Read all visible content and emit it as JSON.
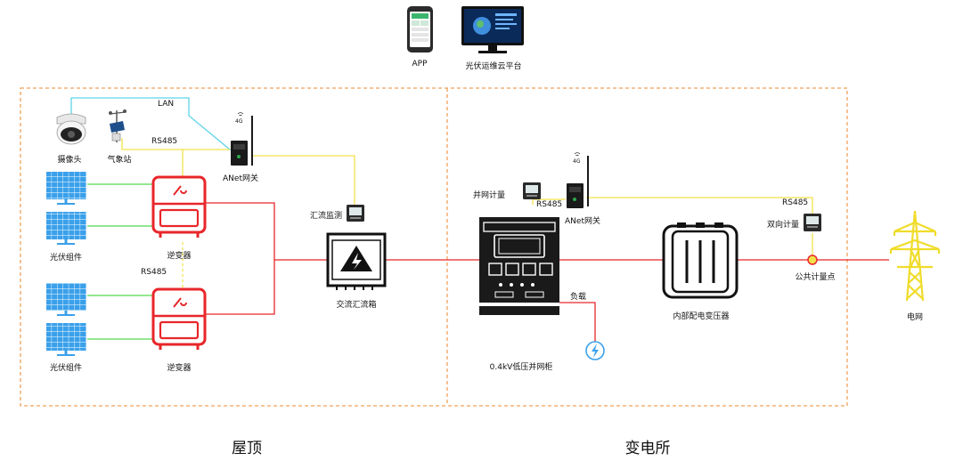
{
  "top": {
    "app_label": "APP",
    "platform_label": "光伏运维云平台"
  },
  "rooftop": {
    "section_title": "屋顶",
    "camera_label": "摄像头",
    "weather_label": "气象站",
    "lan_label": "LAN",
    "rs485_top_label": "RS485",
    "rs485_mid_label": "RS485",
    "gateway_label": "ANet网关",
    "gateway_signal": "4G",
    "pv_label_1": "光伏组件",
    "pv_label_2": "光伏组件",
    "inverter_label_1": "逆变器",
    "inverter_label_2": "逆变器",
    "combiner_monitor_label": "汇流监测",
    "combiner_box_label": "交流汇流箱"
  },
  "substation": {
    "section_title": "变电所",
    "grid_meter_label": "并网计量",
    "rs485_left_label": "RS485",
    "gateway_label": "ANet网关",
    "gateway_signal": "4G",
    "cabinet_label": "0.4kV低压并网柜",
    "load_label": "负载",
    "transformer_label": "内部配电变压器",
    "rs485_right_label": "RS485",
    "bidirectional_meter_label": "双向计量",
    "pcc_label": "公共计量点",
    "grid_label": "电网"
  },
  "colors": {
    "power_line": "#e8262a",
    "rs485_line": "#f2e24a",
    "lan_line": "#5fd3e8",
    "pv_line": "#55d84d",
    "border": "#f0a05a",
    "pv_panel": "#3aa0ea",
    "tower": "#f0dc2a"
  }
}
